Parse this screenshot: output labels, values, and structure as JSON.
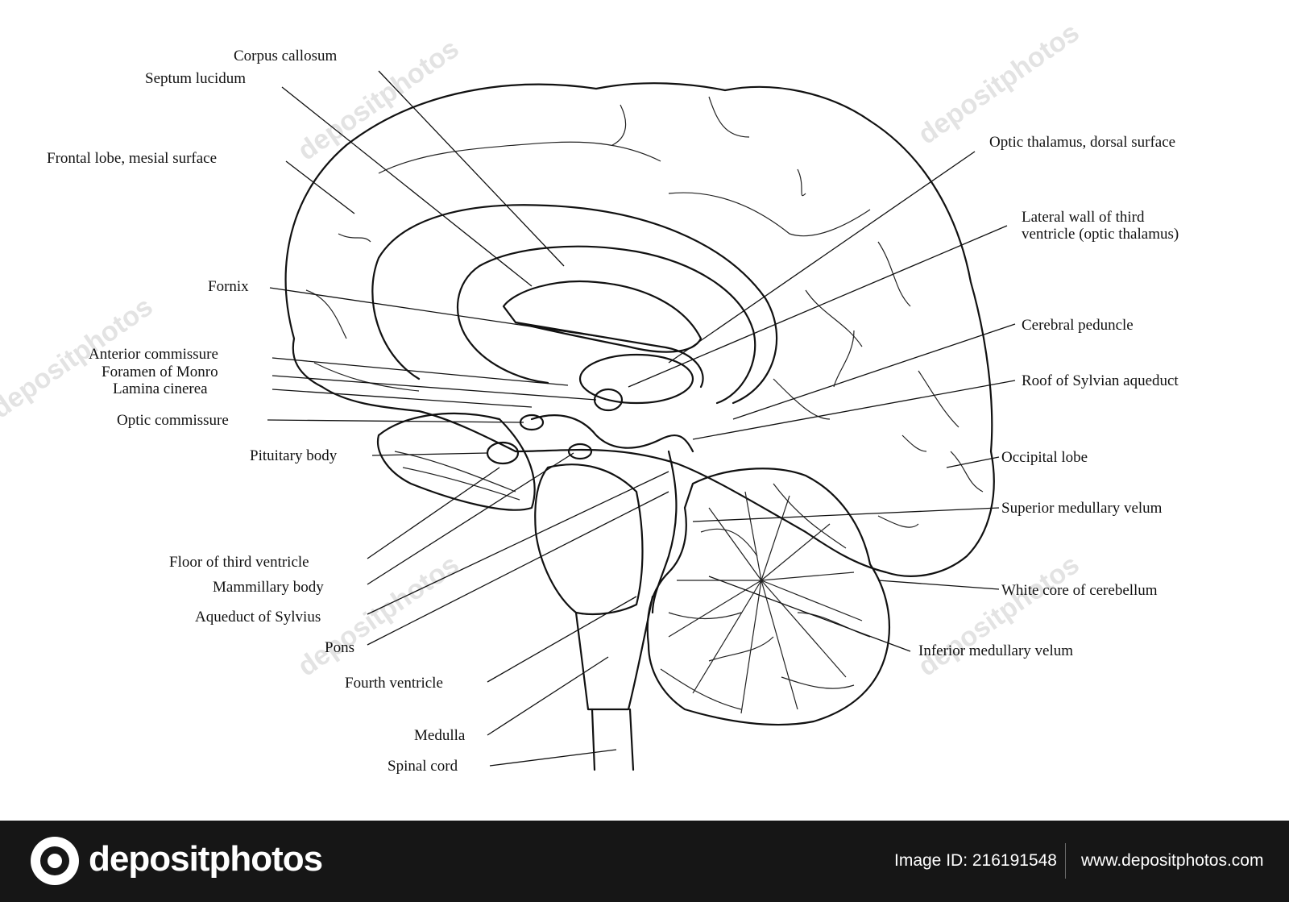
{
  "labels": {
    "corpus_callosum": "Corpus callosum",
    "septum_lucidum": "Septum lucidum",
    "frontal_lobe": "Frontal lobe, mesial surface",
    "optic_thalamus_dorsal": "Optic thalamus, dorsal surface",
    "lateral_wall_1": "Lateral wall of third",
    "lateral_wall_2": "ventricle (optic thalamus)",
    "fornix": "Fornix",
    "cerebral_peduncle": "Cerebral peduncle",
    "anterior_commissure": "Anterior commissure",
    "foramen_of_monro": "Foramen of Monro",
    "lamina_cinerea": "Lamina cinerea",
    "roof_sylvian_aqueduct": "Roof of Sylvian aqueduct",
    "optic_commissure": "Optic commissure",
    "pituitary_body": "Pituitary body",
    "occipital_lobe": "Occipital lobe",
    "superior_medullary_velum": "Superior medullary velum",
    "floor_third_ventricle": "Floor of third ventricle",
    "mammillary_body": "Mammillary body",
    "white_core_cerebellum": "White core of cerebellum",
    "aqueduct_of_sylvius": "Aqueduct of Sylvius",
    "pons": "Pons",
    "inferior_medullary_velum": "Inferior medullary velum",
    "fourth_ventricle": "Fourth ventricle",
    "medulla": "Medulla",
    "spinal_cord": "Spinal cord"
  },
  "watermark": "depositphotos",
  "footer": {
    "logo_text": "depositphotos",
    "image_id": "Image ID: 216191548",
    "site_url": "www.depositphotos.com"
  },
  "colors": {
    "footer_bg": "#161616",
    "ink": "#111111"
  }
}
